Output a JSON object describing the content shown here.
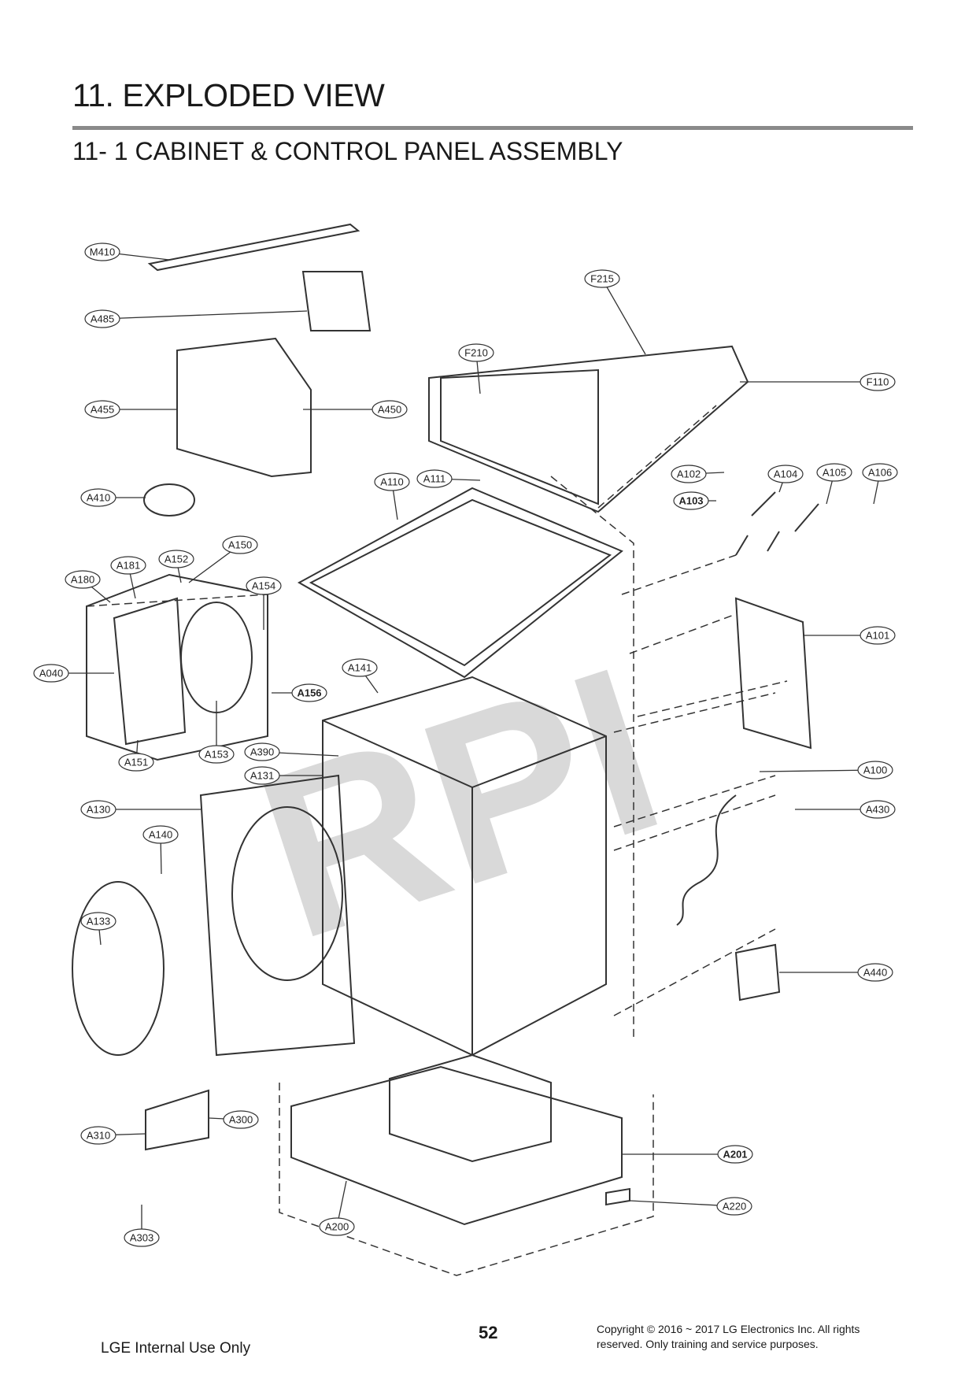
{
  "header": {
    "title": "11. EXPLODED VIEW",
    "subtitle": "11- 1 CABINET  & CONTROL PANEL ASSEMBLY"
  },
  "watermark": "RPI",
  "parts": [
    "M410",
    "A485",
    "A455",
    "A450",
    "A410",
    "F215",
    "F210",
    "F110",
    "A102",
    "A103",
    "A104",
    "A105",
    "A106",
    "A110",
    "A111",
    "A150",
    "A152",
    "A181",
    "A180",
    "A154",
    "A040",
    "A156",
    "A151",
    "A153",
    "A141",
    "A101",
    "A390",
    "A131",
    "A100",
    "A130",
    "A140",
    "A430",
    "A133",
    "A440",
    "A300",
    "A310",
    "A303",
    "A200",
    "A201",
    "A220"
  ],
  "footer": {
    "left": "LGE Internal Use Only",
    "page": "52",
    "copyright_line1": "Copyright © 2016 ~ 2017 LG Electronics Inc. All rights",
    "copyright_line2": "reserved. Only training and service purposes."
  }
}
